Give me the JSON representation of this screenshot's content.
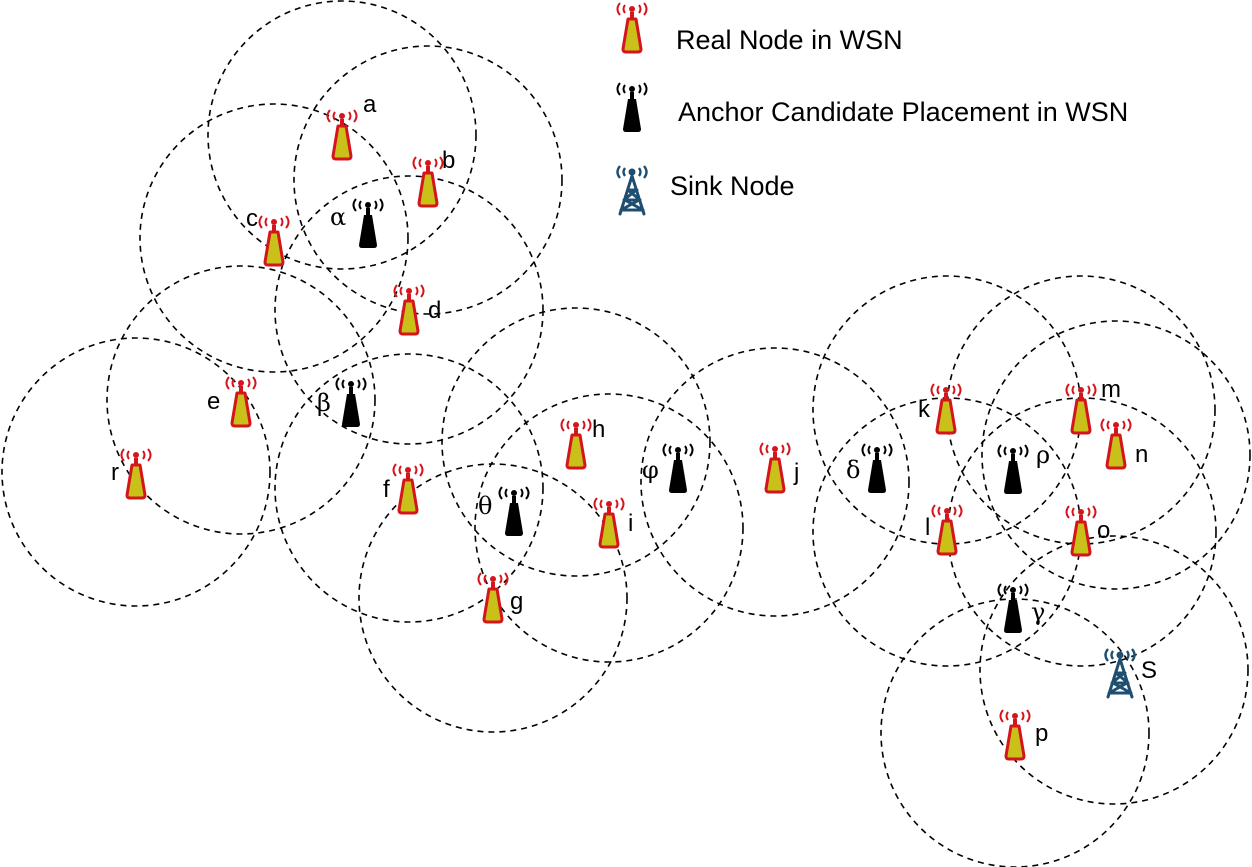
{
  "legend": {
    "real_node": "Real Node in WSN",
    "anchor_node": "Anchor Candidate Placement in WSN",
    "sink_node": "Sink Node"
  },
  "real_nodes": [
    "a",
    "b",
    "c",
    "d",
    "e",
    "r",
    "f",
    "g",
    "h",
    "i",
    "j",
    "k",
    "l",
    "m",
    "n",
    "o",
    "p"
  ],
  "anchor_nodes": [
    "α",
    "β",
    "θ",
    "φ",
    "δ",
    "ρ",
    "γ"
  ],
  "sink": "S",
  "colors": {
    "real_fill": "#c9c01a",
    "real_stroke": "#d4161c",
    "anchor": "#000000",
    "sink": "#1e4f70"
  }
}
